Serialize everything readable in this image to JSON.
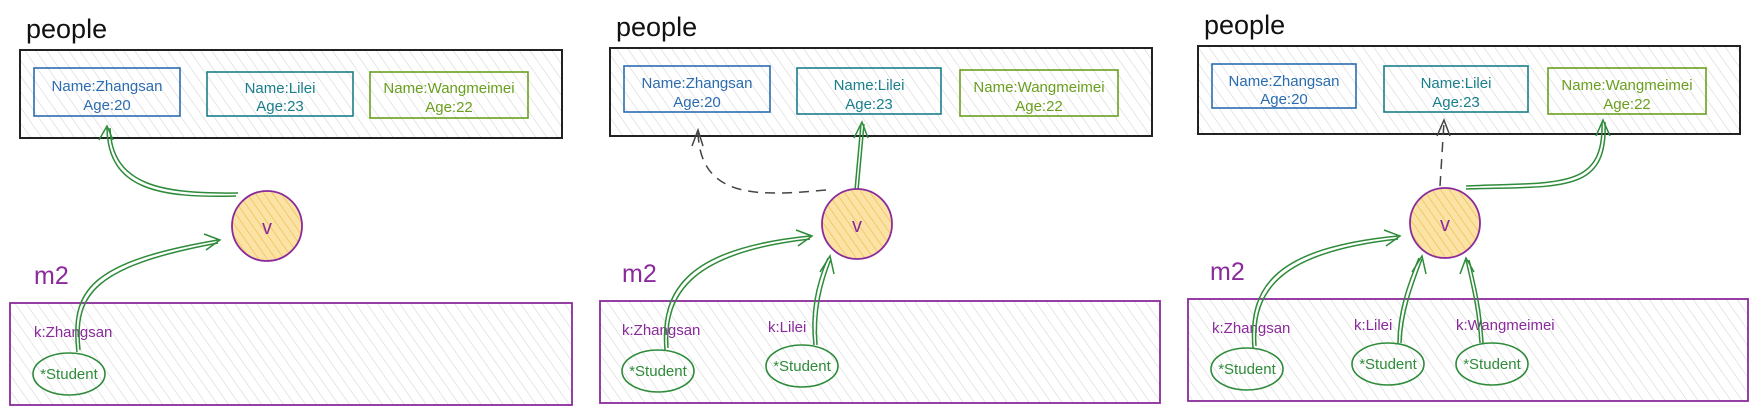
{
  "colors": {
    "outline": "#222222",
    "hatch": "#c9c9c9",
    "blue": "#2b6cb0",
    "teal": "#1a7f8c",
    "green": "#6a9f1e",
    "purple": "#8a2a9b",
    "arrow_green": "#2e8b3a",
    "circle_fill": "#f7d78a",
    "dashed": "#444444"
  },
  "panels": [
    {
      "people_label": "people",
      "m2_label": "m2",
      "v_label": "v",
      "cards": [
        {
          "name": "Name:Zhangsan",
          "age": "Age:20"
        },
        {
          "name": "Name:Lilei",
          "age": "Age:23"
        },
        {
          "name": "Name:Wangmeimei",
          "age": "Age:22"
        }
      ],
      "entries": [
        {
          "key": "k:Zhangsan",
          "ptr": "*Student"
        }
      ]
    },
    {
      "people_label": "people",
      "m2_label": "m2",
      "v_label": "v",
      "cards": [
        {
          "name": "Name:Zhangsan",
          "age": "Age:20"
        },
        {
          "name": "Name:Lilei",
          "age": "Age:23"
        },
        {
          "name": "Name:Wangmeimei",
          "age": "Age:22"
        }
      ],
      "entries": [
        {
          "key": "k:Zhangsan",
          "ptr": "*Student"
        },
        {
          "key": "k:Lilei",
          "ptr": "*Student"
        }
      ]
    },
    {
      "people_label": "people",
      "m2_label": "m2",
      "v_label": "v",
      "cards": [
        {
          "name": "Name:Zhangsan",
          "age": "Age:20"
        },
        {
          "name": "Name:Lilei",
          "age": "Age:23"
        },
        {
          "name": "Name:Wangmeimei",
          "age": "Age:22"
        }
      ],
      "entries": [
        {
          "key": "k:Zhangsan",
          "ptr": "*Student"
        },
        {
          "key": "k:Lilei",
          "ptr": "*Student"
        },
        {
          "key": "k:Wangmeimei",
          "ptr": "*Student"
        }
      ]
    }
  ]
}
